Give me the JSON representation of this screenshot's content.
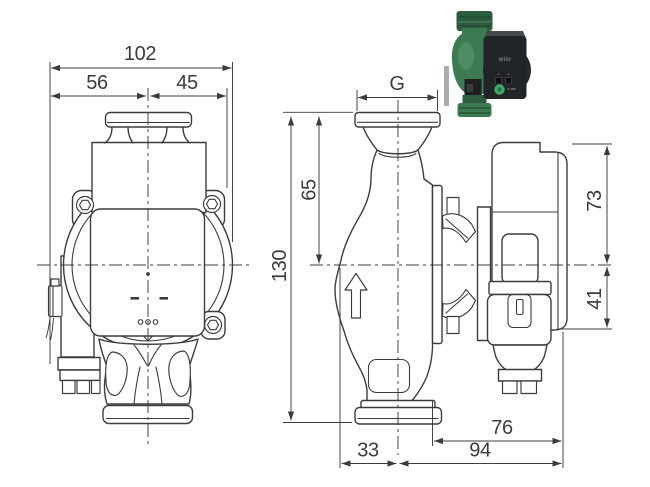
{
  "drawing": {
    "line_color": "#3c3c3c",
    "front_view": {
      "dim_total_width": "102",
      "dim_left_of_center": "56",
      "dim_right_of_center": "45"
    },
    "side_view": {
      "dim_thread": "G",
      "dim_flange_to_center": "65",
      "dim_port_length": "130",
      "dim_center_to_left": "33",
      "dim_center_to_right": "94",
      "dim_module_width": "76",
      "dim_center_to_top": "73",
      "dim_center_to_module_bottom": "41"
    }
  },
  "photo": {
    "logo_text": "wilo",
    "colors": {
      "pump_green": "#3c7a52",
      "pump_green_dark": "#2e5c3e",
      "pump_green_light": "#5d9b72",
      "module_black": "#222527",
      "module_top_gray": "#43484b",
      "knob_green": "#3fa968",
      "clamp_black": "#1d1f20"
    }
  }
}
